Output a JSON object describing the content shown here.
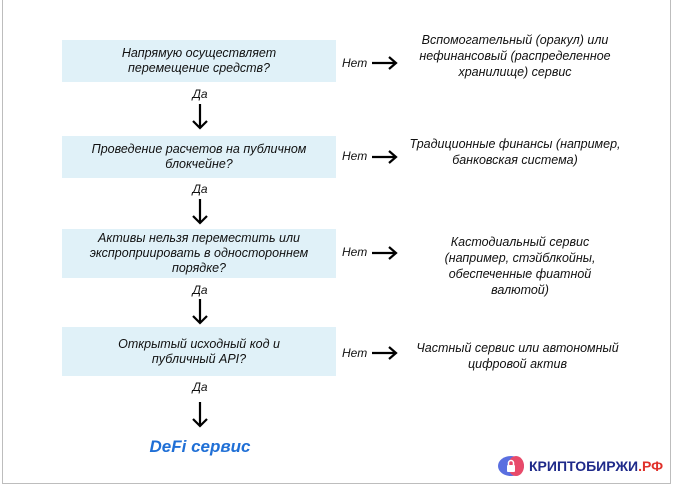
{
  "questions": [
    {
      "text": "Напрямую осуществляет перемещение средств?",
      "yes": "Да",
      "no": "Нет",
      "result": "Вспомогательный (оракул) или нефинансовый (распределенное хранилище) сервис"
    },
    {
      "text": "Проведение расчетов на публичном блокчейне?",
      "yes": "Да",
      "no": "Нет",
      "result": "Традиционные финансы (например, банковская система)"
    },
    {
      "text": "Активы нельзя переместить или экспроприировать в одностороннем порядке?",
      "yes": "Да",
      "no": "Нет",
      "result": "Кастодиальный сервис (например, стэйблкойны, обеспеченные фиатной валютой)"
    },
    {
      "text": "Открытый исходный код и публичный API?",
      "yes": "Да",
      "no": "Нет",
      "result": "Частный сервис или автономный цифровой актив"
    }
  ],
  "final": "DeFi сервис",
  "logo": {
    "name": "КРИПТОБИРЖИ",
    "suffix": ".РФ"
  },
  "colors": {
    "box": "#e0f1f8",
    "final": "#1f6fd6"
  }
}
